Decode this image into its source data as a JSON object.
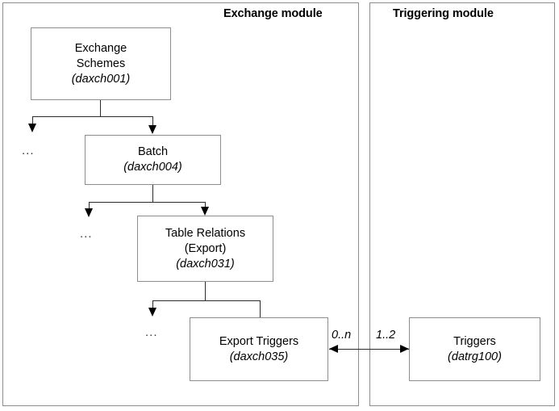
{
  "diagram": {
    "modules": [
      {
        "id": "exchange",
        "title": "Exchange module"
      },
      {
        "id": "triggering",
        "title": "Triggering module"
      }
    ],
    "nodes": [
      {
        "id": "exchange-schemes",
        "line1": "Exchange",
        "line2": "Schemes",
        "code": "(daxch001)"
      },
      {
        "id": "batch",
        "line1": "Batch",
        "line2": "",
        "code": "(daxch004)"
      },
      {
        "id": "table-relations",
        "line1": "Table Relations",
        "line2": "(Export)",
        "code": "(daxch031)"
      },
      {
        "id": "export-triggers",
        "line1": "Export Triggers",
        "line2": "",
        "code": "(daxch035)"
      },
      {
        "id": "triggers",
        "line1": "Triggers",
        "line2": "",
        "code": "(datrg100)"
      }
    ],
    "ellipses": [
      {
        "id": "ellipsis-1",
        "text": "..."
      },
      {
        "id": "ellipsis-2",
        "text": "..."
      },
      {
        "id": "ellipsis-3",
        "text": "..."
      }
    ],
    "relation": {
      "left_cardinality": "0..n",
      "right_cardinality": "1..2"
    },
    "colors": {
      "box_border": "#8d8d8d",
      "line": "#2b2b2b",
      "text": "#000000",
      "background": "#ffffff"
    }
  }
}
